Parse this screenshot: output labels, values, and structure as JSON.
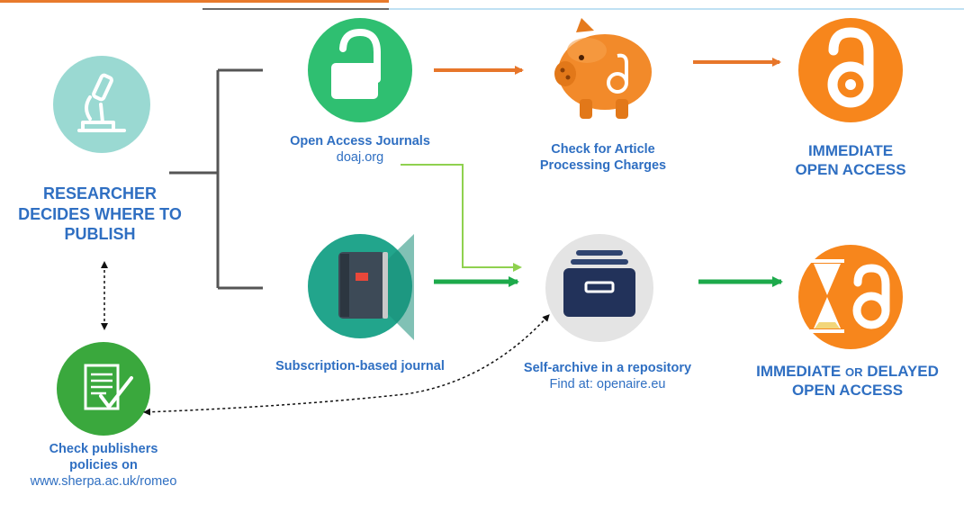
{
  "researcher": {
    "line1": "RESEARCHER",
    "line2": "DECIDES WHERE TO",
    "line3": "PUBLISH"
  },
  "open_access_journals": {
    "title": "Open Access Journals",
    "link": "doaj.org"
  },
  "subscription": {
    "title": "Subscription-based journal"
  },
  "apc": {
    "line1": "Check for Article",
    "line2": "Processing Charges"
  },
  "immediate_oa": {
    "line1": "IMMEDIATE",
    "line2": "OPEN ACCESS"
  },
  "self_archive": {
    "title": "Self-archive in a repository",
    "link": "Find at: openaire.eu"
  },
  "delayed_oa": {
    "big1": "IMMEDIATE",
    "small_or": "OR",
    "big2": "DELAYED",
    "line2": "OPEN ACCESS"
  },
  "policies": {
    "line1": "Check publishers",
    "line2": "policies on",
    "link": "www.sherpa.ac.uk/romeo"
  },
  "colors": {
    "label_blue": "#2f6fc2",
    "orange": "#f08a24",
    "green_arrow": "#1daa4b",
    "light_green_line": "#8fd14f"
  }
}
